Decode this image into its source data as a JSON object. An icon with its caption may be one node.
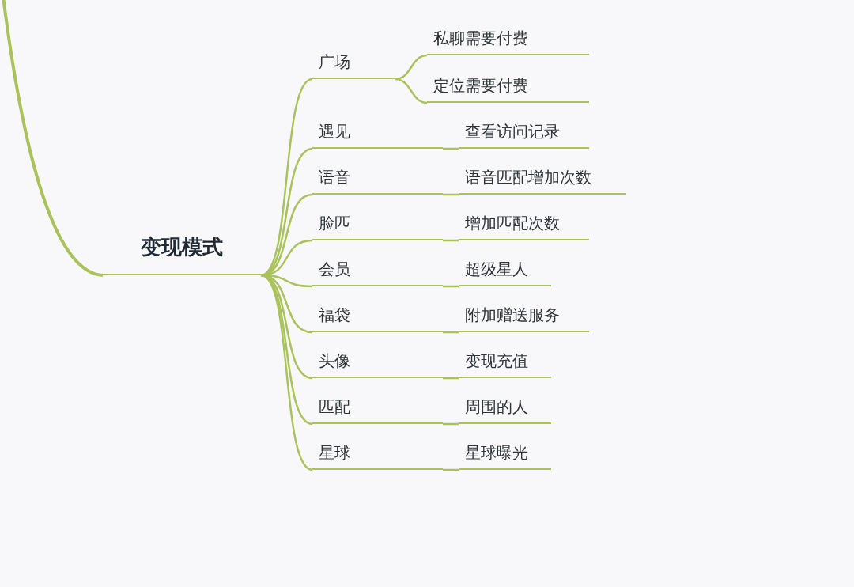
{
  "diagram": {
    "nodes": [
      {
        "text": [
          "变现模式"
        ]
      },
      {
        "text": [
          "广场"
        ]
      },
      {
        "text": [
          "私聊需要付费"
        ]
      },
      {
        "text": [
          "定位需要付费"
        ]
      },
      {
        "text": [
          "遇见"
        ]
      },
      {
        "text": [
          "查看访问记录"
        ]
      },
      {
        "text": [
          "语音"
        ]
      },
      {
        "text": [
          "语音匹配增加次数"
        ]
      },
      {
        "text": [
          "脸匹"
        ]
      },
      {
        "text": [
          "增加匹配次数"
        ]
      },
      {
        "text": [
          "会员"
        ]
      },
      {
        "text": [
          "超级星人"
        ]
      },
      {
        "text": [
          "福袋"
        ]
      },
      {
        "text": [
          "附加赠送服务"
        ]
      },
      {
        "text": [
          "头像"
        ]
      },
      {
        "text": [
          "变现充值"
        ]
      },
      {
        "text": [
          "匹配"
        ]
      },
      {
        "text": [
          "周围的人"
        ]
      },
      {
        "text": [
          "星球"
        ]
      },
      {
        "text": [
          "星球曝光"
        ]
      }
    ],
    "edges": [
      {
        "from": null,
        "to": 0,
        "arrow": "none"
      },
      {
        "from": 0,
        "to": 1,
        "arrow": "none"
      },
      {
        "from": 1,
        "to": 2,
        "arrow": "none"
      },
      {
        "from": 1,
        "to": 3,
        "arrow": "none"
      },
      {
        "from": 0,
        "to": 4,
        "arrow": "none"
      },
      {
        "from": 4,
        "to": 5,
        "arrow": "none"
      },
      {
        "from": 0,
        "to": 6,
        "arrow": "none"
      },
      {
        "from": 6,
        "to": 7,
        "arrow": "none"
      },
      {
        "from": 0,
        "to": 8,
        "arrow": "none"
      },
      {
        "from": 8,
        "to": 9,
        "arrow": "none"
      },
      {
        "from": 0,
        "to": 10,
        "arrow": "none"
      },
      {
        "from": 10,
        "to": 11,
        "arrow": "none"
      },
      {
        "from": 0,
        "to": 12,
        "arrow": "none"
      },
      {
        "from": 12,
        "to": 13,
        "arrow": "none"
      },
      {
        "from": 0,
        "to": 14,
        "arrow": "none"
      },
      {
        "from": 14,
        "to": 15,
        "arrow": "none"
      },
      {
        "from": 0,
        "to": 16,
        "arrow": "none"
      },
      {
        "from": 16,
        "to": 17,
        "arrow": "none"
      },
      {
        "from": 0,
        "to": 18,
        "arrow": "none"
      },
      {
        "from": 18,
        "to": 19,
        "arrow": "none"
      }
    ]
  }
}
